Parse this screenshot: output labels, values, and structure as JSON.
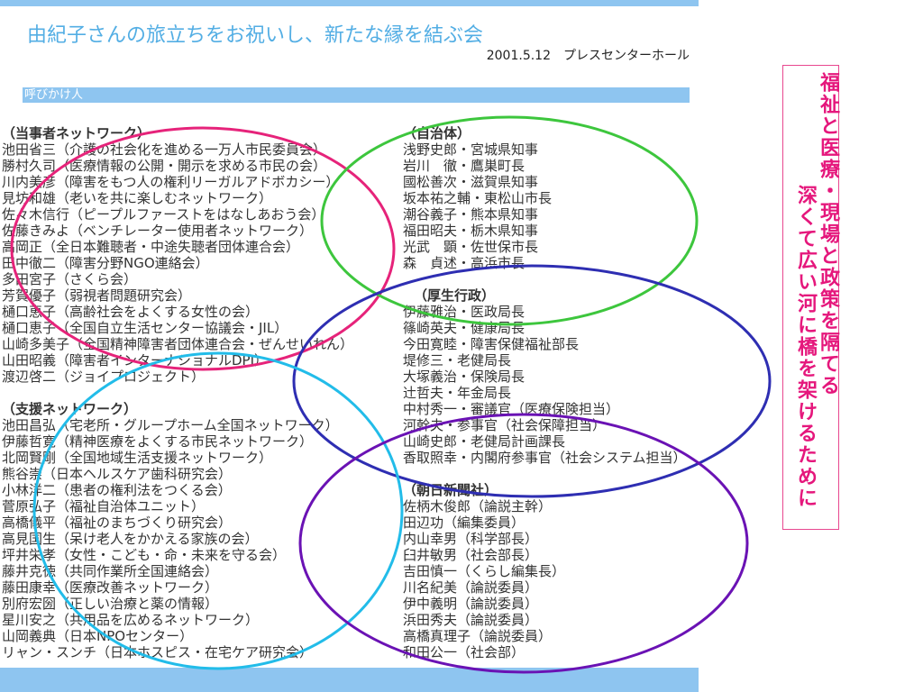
{
  "header": {
    "title": "由紀子さんの旅立ちをお祝いし、新たな縁を結ぶ会",
    "date_venue": "2001.5.12　プレスセンターホール"
  },
  "section": {
    "label": "呼びかけ人"
  },
  "left_column": {
    "groups": [
      {
        "heading": "（当事者ネットワーク）",
        "members": [
          "池田省三（介護の社会化を進める一万人市民委員会）",
          "勝村久司（医療情報の公開・開示を求める市民の会）",
          "川内美彦（障害をもつ人の権利リーガルアドボカシー）",
          "見坊和雄（老いを共に楽しむネットワーク）",
          "佐々木信行（ピープルファーストをはなしあおう会）",
          "佐藤きみよ（ベンチレーター使用者ネットワーク）",
          "高岡正（全日本難聴者・中途失聴者団体連合会）",
          "田中徹二（障害分野NGO連絡会）",
          "多田宮子（さくら会）",
          "芳賀優子（弱視者問題研究会）",
          "樋口恵子（高齢社会をよくする女性の会）",
          "樋口恵子（全国自立生活センター協議会・JIL）",
          "山崎多美子（全国精神障害者団体連合会・ぜんせいれん）",
          "山田昭義（障害者インターナショナルDPI）",
          "渡辺啓二（ジョイプロジェクト）"
        ]
      },
      {
        "heading": "（支援ネットワーク）",
        "members": [
          "池田昌弘（宅老所・グループホーム全国ネットワーク）",
          "伊藤哲寛（精神医療をよくする市民ネットワーク）",
          "北岡賢剛（全国地域生活支援ネットワーク）",
          "熊谷崇（日本ヘルスケア歯科研究会）",
          "小林洋二（患者の権利法をつくる会）",
          "菅原弘子（福祉自治体ユニット）",
          "高橋儀平（福祉のまちづくり研究会）",
          "高見国生（呆け老人をかかえる家族の会）",
          "坪井栄孝（女性・こども・命・未来を守る会）",
          "藤井克徳（共同作業所全国連絡会）",
          "藤田康幸（医療改善ネットワーク）",
          "別府宏圀（正しい治療と薬の情報）",
          "星川安之（共用品を広めるネットワーク）",
          "山岡義典（日本NPOセンター）",
          "リャン・スンチ（日本ホスピス・在宅ケア研究会）"
        ]
      }
    ]
  },
  "right_column": {
    "groups": [
      {
        "heading": "（自治体）",
        "members": [
          "浅野史郎・宮城県知事",
          "岩川　徹・鷹巣町長",
          "國松善次・滋賀県知事",
          "坂本祐之輔・東松山市長",
          "潮谷義子・熊本県知事",
          "福田昭夫・栃木県知事",
          "光武　顕・佐世保市長",
          "森　貞述・高浜市長"
        ]
      },
      {
        "heading": "（厚生行政）",
        "members": [
          "伊藤雅治・医政局長",
          "篠崎英夫・健康局長",
          "今田寛睦・障害保健福祉部長",
          "堤修三・老健局長",
          "大塚義治・保険局長",
          "辻哲夫・年金局長",
          "中村秀一・審議官（医療保険担当）",
          "河幹夫・参事官（社会保障担当）",
          "山崎史郎・老健局計画課長",
          "香取照幸・内閣府参事官（社会システム担当）"
        ]
      },
      {
        "heading": "（朝日新聞社）",
        "members": [
          "佐柄木俊郎（論説主幹）",
          "田辺功（編集委員）",
          "内山幸男（科学部長）",
          "臼井敏男（社会部長）",
          "吉田慎一（くらし編集長）",
          "川名紀美（論説委員）",
          "伊中義明（論説委員）",
          "浜田秀夫（論説委員）",
          "高橋真理子（論説委員）",
          "和田公一（社会部）"
        ]
      }
    ]
  },
  "slogan": {
    "lines": [
      "福祉と医療・現場と政策を隔てる",
      "深くて広い河に橋を架けるために"
    ]
  },
  "colors": {
    "title": "#53aee4",
    "bar": "#8ec5f0",
    "body_text": "#333333",
    "slogan_text": "#e5177c",
    "slogan_border": "#e8478f",
    "circles": [
      "#e6237a",
      "#3dc63d",
      "#2e2eb2",
      "#22bce9",
      "#6a12b4"
    ]
  }
}
